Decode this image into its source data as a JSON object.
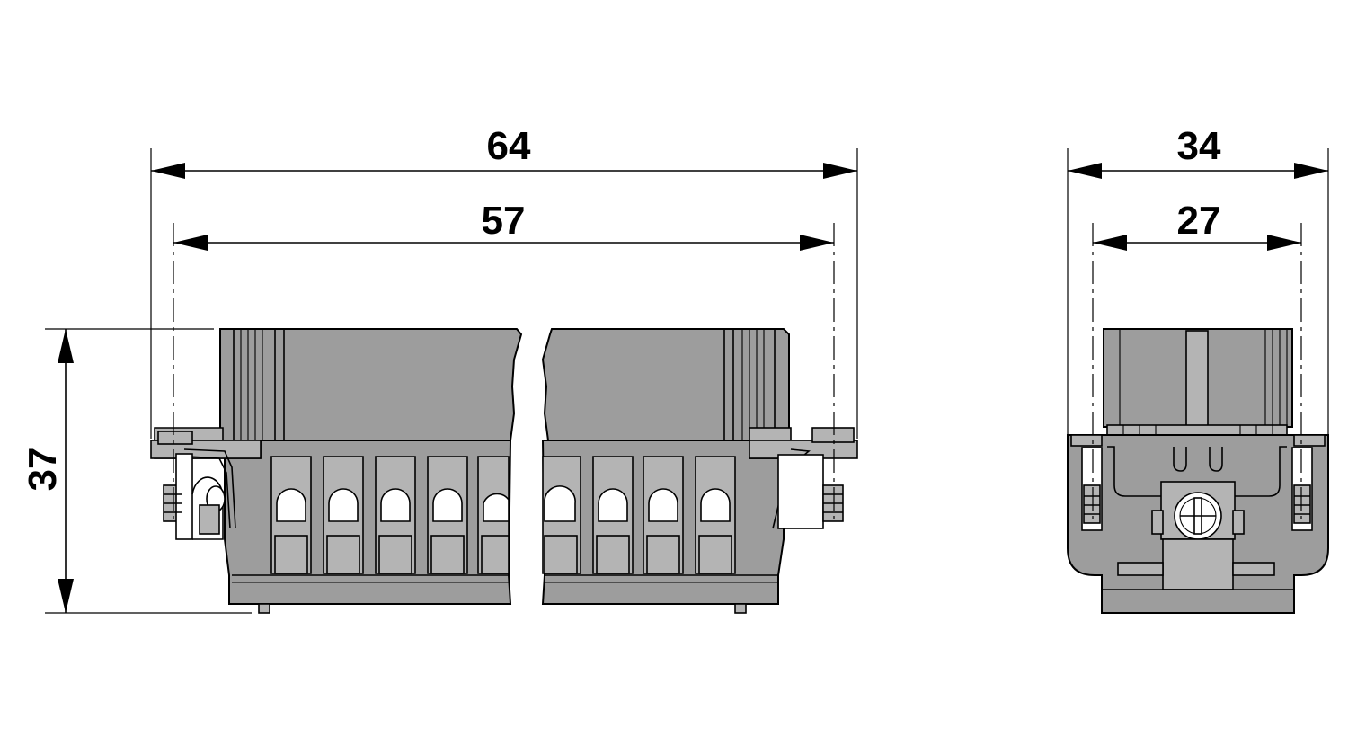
{
  "dimensions": {
    "front_overall_width": "64",
    "front_inner_width": "57",
    "height": "37",
    "side_overall_width": "34",
    "side_inner_width": "27"
  },
  "colors": {
    "housing_fill": "#9d9d9d",
    "line": "#000000",
    "background": "#ffffff"
  }
}
